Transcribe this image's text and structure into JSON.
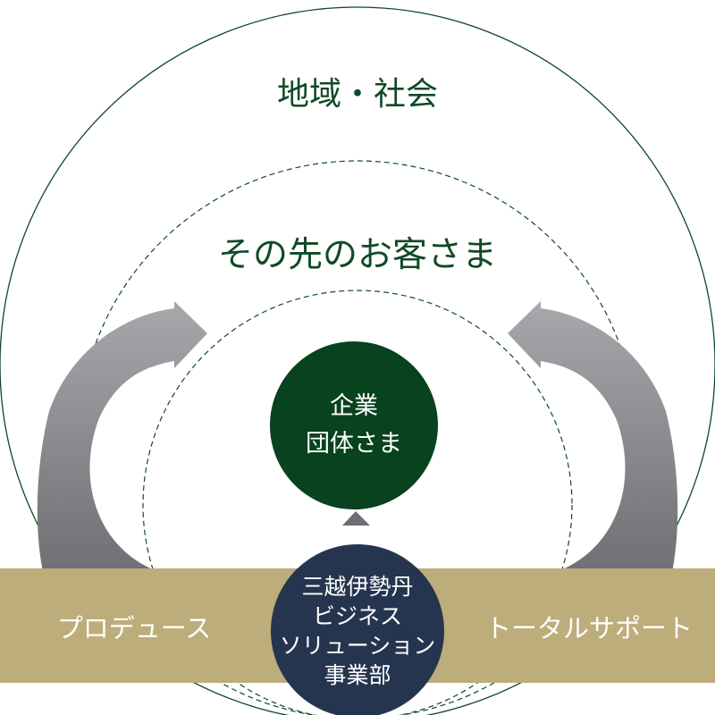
{
  "diagram": {
    "outer_label": "地域・社会",
    "middle_label": "その先のお客さま",
    "center": {
      "line1": "企業",
      "line2": "団体さま"
    },
    "band": {
      "left_label": "プロデュース",
      "right_label": "トータルサポート"
    },
    "bottom_circle": {
      "line1": "三越伊勢丹",
      "line2": "ビジネス",
      "line3": "ソリューション",
      "line4": "事業部"
    },
    "colors": {
      "outer_circle": "#0e4a26",
      "center_circle": "#08421f",
      "band": "#bcad7b",
      "bottom_circle": "#26354f",
      "arrow": "#8f8f94",
      "text_green": "#0e4a26",
      "text_white": "#ffffff"
    }
  }
}
